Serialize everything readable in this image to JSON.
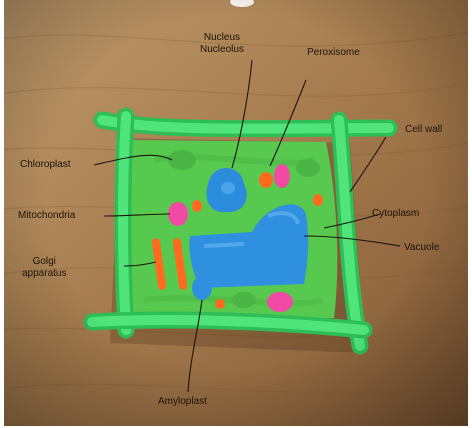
{
  "labels": {
    "nucleus_line1": "Nucleus",
    "nucleus_line2": "Nucleolus",
    "peroxisome": "Peroxisome",
    "cell_wall": "Cell wall",
    "chloroplast": "Chloroplast",
    "mitochondria": "Mitochondria",
    "cytoplasm": "Cytoplasm",
    "vacuole": "Vacuole",
    "golgi_line1": "Golgi",
    "golgi_line2": "apparatus",
    "amyloplast": "Amyloplast"
  },
  "colors": {
    "table_wood": "#a77c4f",
    "cell_wall_clay": "#3fd96a",
    "cytoplasm_clay": "#5fcf58",
    "vacuole_nucleus_clay": "#2e8fdd",
    "mitochondria_clay": "#f04aa5",
    "peroxisome_golgi_clay": "#ff6a1f"
  }
}
